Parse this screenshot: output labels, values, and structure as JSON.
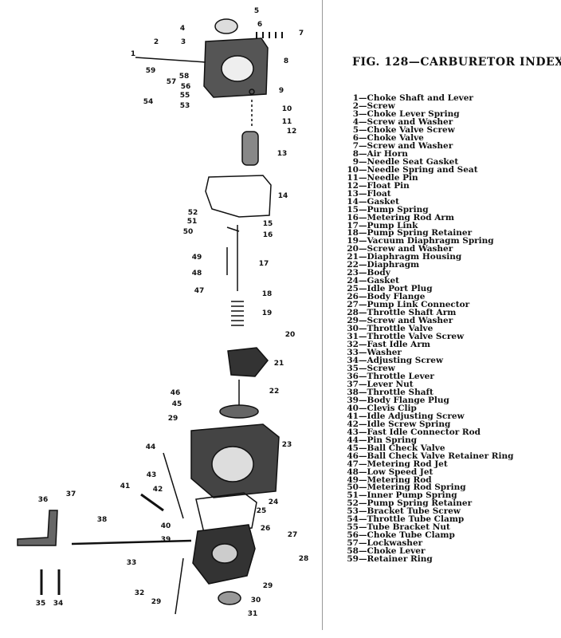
{
  "title": "FIG. 128—CARBURETOR INDEX",
  "parts": [
    {
      "num": "1",
      "name": "Choke Shaft and Lever"
    },
    {
      "num": "2",
      "name": "Screw"
    },
    {
      "num": "3",
      "name": "Choke Lever Spring"
    },
    {
      "num": "4",
      "name": "Screw and Washer"
    },
    {
      "num": "5",
      "name": "Choke Valve Screw"
    },
    {
      "num": "6",
      "name": "Choke Valve"
    },
    {
      "num": "7",
      "name": "Screw and Washer"
    },
    {
      "num": "8",
      "name": "Air Horn"
    },
    {
      "num": "9",
      "name": "Needle Seat Gasket"
    },
    {
      "num": "10",
      "name": "Needle Spring and Seat"
    },
    {
      "num": "11",
      "name": "Needle Pin"
    },
    {
      "num": "12",
      "name": "Float Pin"
    },
    {
      "num": "13",
      "name": "Float"
    },
    {
      "num": "14",
      "name": "Gasket"
    },
    {
      "num": "15",
      "name": "Pump Spring"
    },
    {
      "num": "16",
      "name": "Metering Rod Arm"
    },
    {
      "num": "17",
      "name": "Pump Link"
    },
    {
      "num": "18",
      "name": "Pump Spring Retainer"
    },
    {
      "num": "19",
      "name": "Vacuum Diaphragm Spring"
    },
    {
      "num": "20",
      "name": "Screw and Washer"
    },
    {
      "num": "21",
      "name": "Diaphragm Housing"
    },
    {
      "num": "22",
      "name": "Diaphragm"
    },
    {
      "num": "23",
      "name": "Body"
    },
    {
      "num": "24",
      "name": "Gasket"
    },
    {
      "num": "25",
      "name": "Idle Port Plug"
    },
    {
      "num": "26",
      "name": "Body Flange"
    },
    {
      "num": "27",
      "name": "Pump Link Connector"
    },
    {
      "num": "28",
      "name": "Throttle Shaft Arm"
    },
    {
      "num": "29",
      "name": "Screw and Washer"
    },
    {
      "num": "30",
      "name": "Throttle Valve"
    },
    {
      "num": "31",
      "name": "Throttle Valve Screw"
    },
    {
      "num": "32",
      "name": "Fast Idle Arm"
    },
    {
      "num": "33",
      "name": "Washer"
    },
    {
      "num": "34",
      "name": "Adjusting Screw"
    },
    {
      "num": "35",
      "name": "Screw"
    },
    {
      "num": "36",
      "name": "Throttle Lever"
    },
    {
      "num": "37",
      "name": "Lever Nut"
    },
    {
      "num": "38",
      "name": "Throttle Shaft"
    },
    {
      "num": "39",
      "name": "Body Flange Plug"
    },
    {
      "num": "40",
      "name": "Clevis Clip"
    },
    {
      "num": "41",
      "name": "Idle Adjusting Screw"
    },
    {
      "num": "42",
      "name": "Idle Screw Spring"
    },
    {
      "num": "43",
      "name": "Fast Idle Connector Rod"
    },
    {
      "num": "44",
      "name": "Pin Spring"
    },
    {
      "num": "45",
      "name": "Ball Check Valve"
    },
    {
      "num": "46",
      "name": "Ball Check Valve Retainer Ring"
    },
    {
      "num": "47",
      "name": "Metering Rod Jet"
    },
    {
      "num": "48",
      "name": "Low Speed Jet"
    },
    {
      "num": "49",
      "name": "Metering Rod"
    },
    {
      "num": "50",
      "name": "Metering Rod Spring"
    },
    {
      "num": "51",
      "name": "Inner Pump Spring"
    },
    {
      "num": "52",
      "name": "Pump Spring Retainer"
    },
    {
      "num": "53",
      "name": "Bracket Tube Screw"
    },
    {
      "num": "54",
      "name": "Throttle Tube Clamp"
    },
    {
      "num": "55",
      "name": "Tube Bracket Nut"
    },
    {
      "num": "56",
      "name": "Choke Tube Clamp"
    },
    {
      "num": "57",
      "name": "Lockwasher"
    },
    {
      "num": "58",
      "name": "Choke Lever"
    },
    {
      "num": "59",
      "name": "Retainer Ring"
    }
  ],
  "callouts": [
    "5",
    "6",
    "7",
    "4",
    "3",
    "2",
    "1",
    "8",
    "59",
    "58",
    "57",
    "56",
    "55",
    "54",
    "53",
    "9",
    "10",
    "11",
    "12",
    "13",
    "14",
    "52",
    "51",
    "15",
    "50",
    "16",
    "49",
    "17",
    "48",
    "47",
    "18",
    "19",
    "20",
    "21",
    "22",
    "46",
    "45",
    "29",
    "23",
    "44",
    "43",
    "41",
    "42",
    "24",
    "25",
    "40",
    "39",
    "26",
    "27",
    "28",
    "37",
    "36",
    "38",
    "33",
    "29",
    "32",
    "29",
    "30",
    "31",
    "35",
    "34"
  ]
}
